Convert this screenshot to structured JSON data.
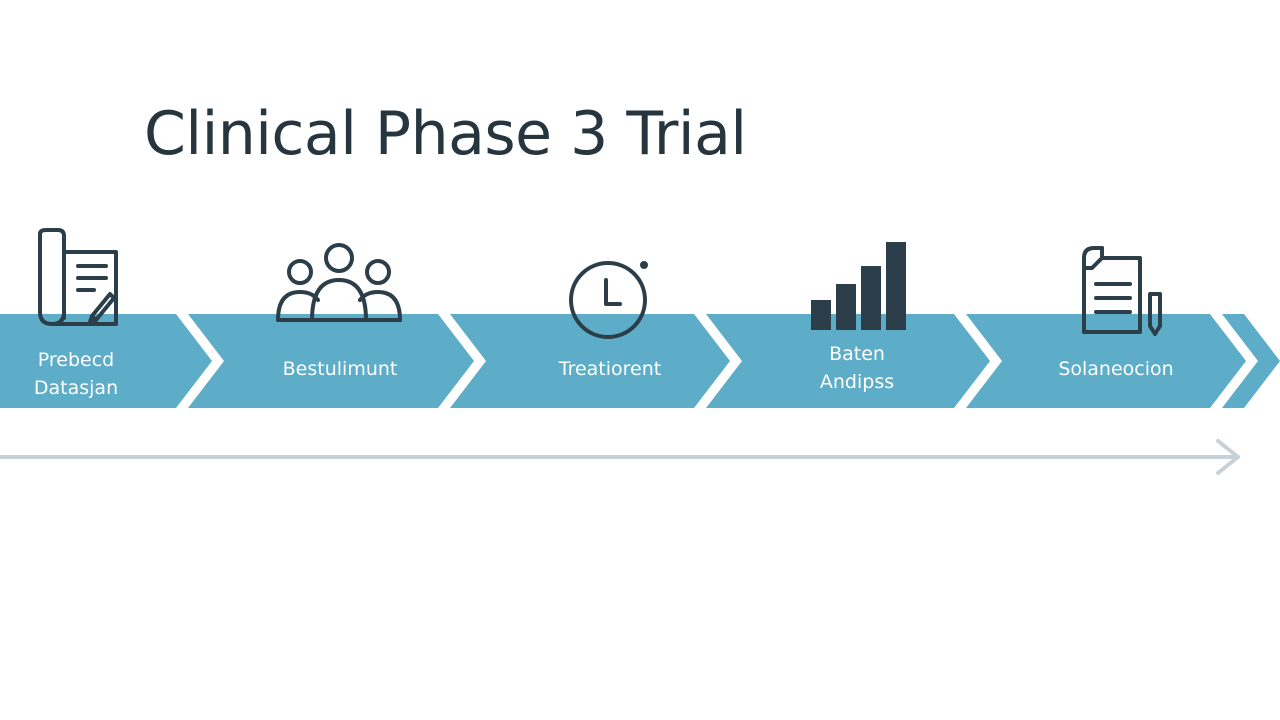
{
  "title": "Clinical Phase 3 Trial",
  "colors": {
    "chevron": "#5dadc9",
    "icon_stroke": "#2c3e4a",
    "timeline": "#c5d1d6"
  },
  "steps": [
    {
      "lines": [
        "Prebecd",
        "Datasjan"
      ],
      "icon": "protocol-scroll-icon"
    },
    {
      "lines": [
        "Bestulimunt"
      ],
      "icon": "people-group-icon"
    },
    {
      "lines": [
        "Treatiorent"
      ],
      "icon": "clock-icon"
    },
    {
      "lines": [
        "Baten",
        "Andipss"
      ],
      "icon": "bar-chart-icon"
    },
    {
      "lines": [
        "Solaneocion"
      ],
      "icon": "document-pen-icon"
    }
  ]
}
